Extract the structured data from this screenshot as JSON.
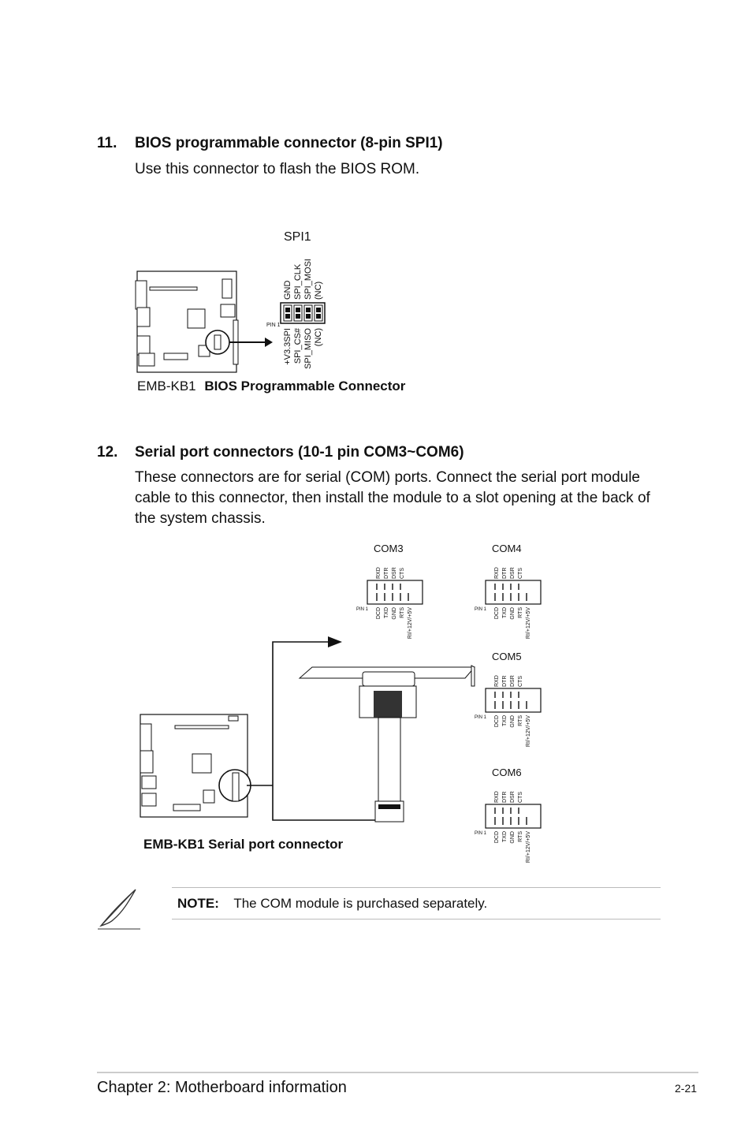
{
  "section11": {
    "number": "11.",
    "title": "BIOS programmable connector (8-pin SPI1)",
    "body": "Use this connector to flash the BIOS ROM.",
    "connector_label": "SPI1",
    "pins_top": [
      "GND",
      "SPI_CLK",
      "SPI_MOSI",
      "(NC)"
    ],
    "pins_bottom": [
      "+V3.3SPI",
      "SPI_CS#",
      "SPI_MISO",
      "(NC)"
    ],
    "pin1_label": "PIN 1",
    "caption_board": "EMB-KB1",
    "caption_title": "BIOS Programmable Connector"
  },
  "section12": {
    "number": "12.",
    "title": "Serial port connectors (10-1 pin COM3~COM6)",
    "body": "These connectors are for serial (COM) ports. Connect the serial port module cable to this connector, then install the module to a slot opening at the back of the system chassis.",
    "caption": "EMB-KB1 Serial port connector",
    "pin1_label": "PIN 1",
    "pins_top": [
      "RXD",
      "DTR",
      "DSR",
      "CTS"
    ],
    "pins_bottom": [
      "DCD",
      "TXD",
      "GND",
      "RTS",
      "RI/+12V/+5V"
    ],
    "connectors": [
      "COM3",
      "COM4",
      "COM5",
      "COM6"
    ]
  },
  "note": {
    "label": "NOTE:",
    "text": "The COM module is purchased separately."
  },
  "footer": {
    "chapter": "Chapter 2: Motherboard information",
    "page": "2-21"
  }
}
